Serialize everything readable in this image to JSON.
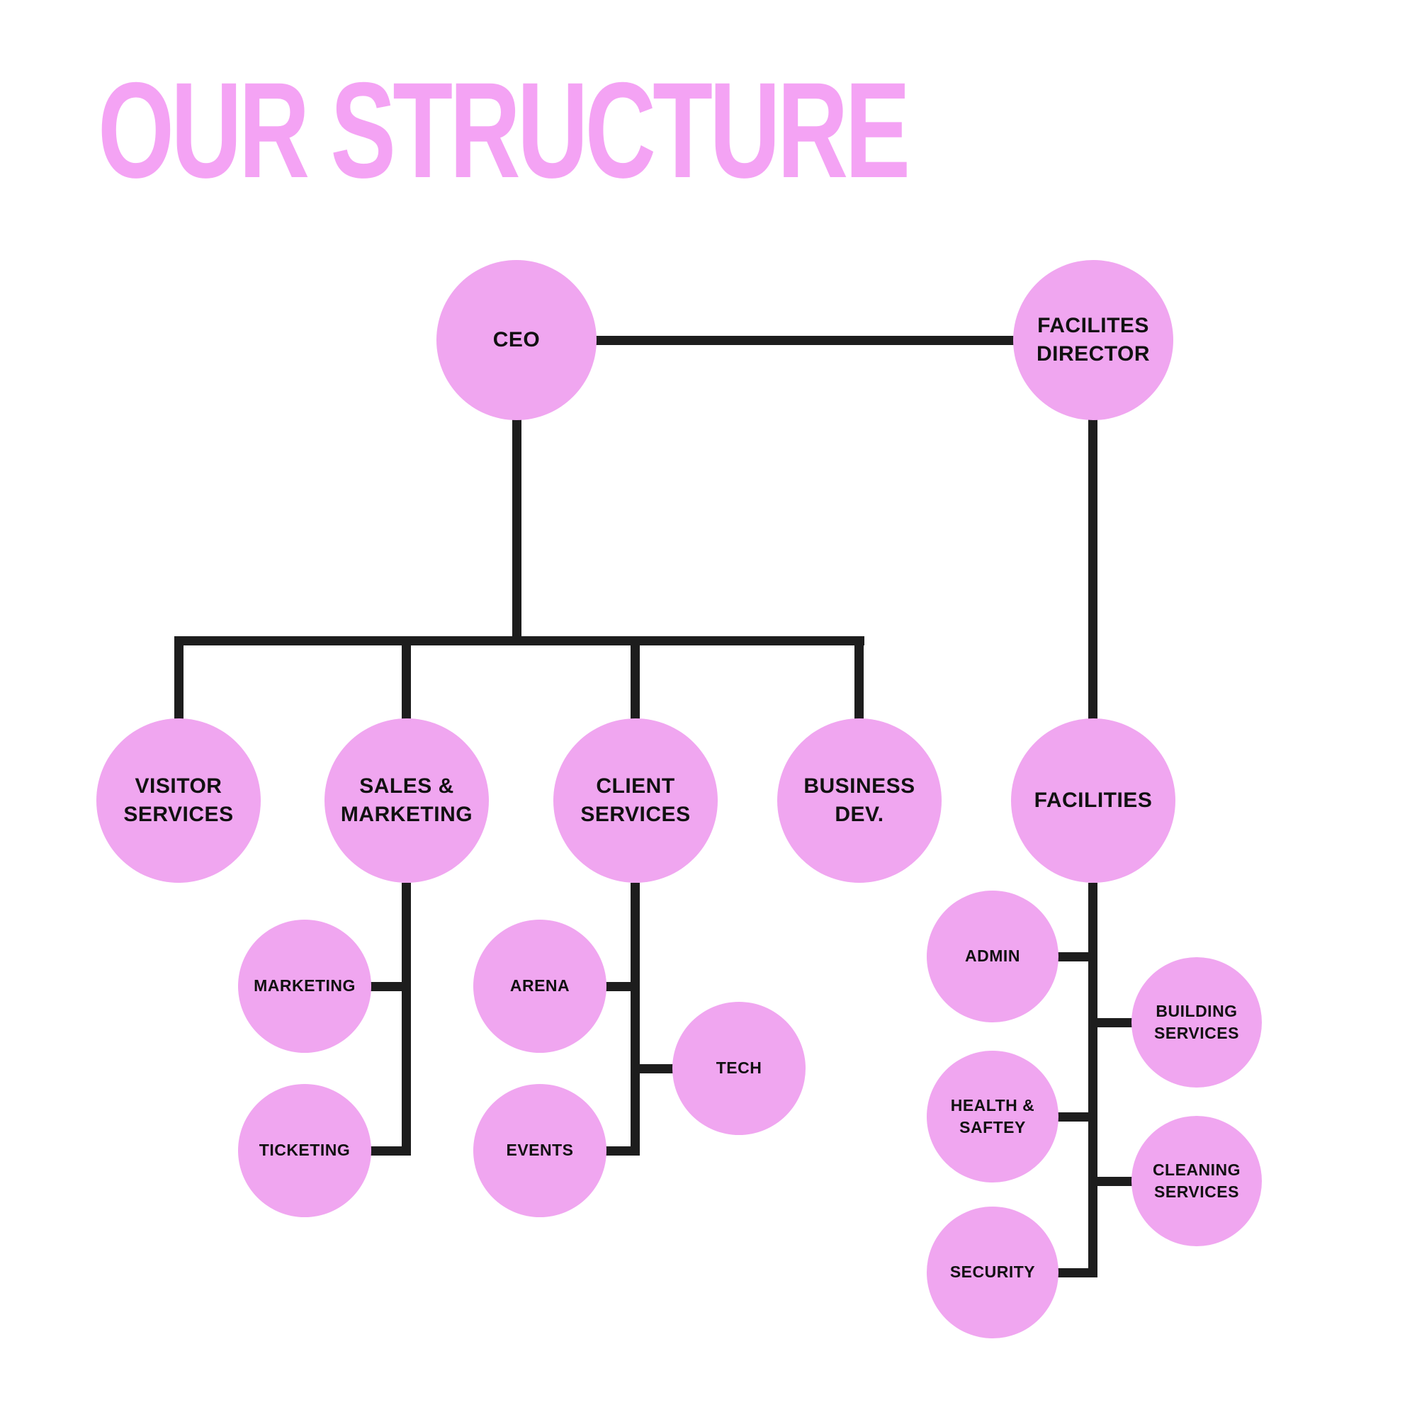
{
  "title": "OUR STRUCTURE",
  "colors": {
    "title": "#f4a3f4",
    "circle": "#f0a6f0",
    "line": "#1d1d1d",
    "text": "#111111"
  },
  "nodes": {
    "ceo": {
      "label": "CEO"
    },
    "facilities_director": {
      "label": "FACILITES\nDIRECTOR"
    },
    "visitor_services": {
      "label": "VISITOR\nSERVICES"
    },
    "sales_marketing": {
      "label": "SALES &\nMARKETING"
    },
    "client_services": {
      "label": "CLIENT\nSERVICES"
    },
    "business_dev": {
      "label": "BUSINESS\nDEV."
    },
    "facilities": {
      "label": "FACILITIES"
    },
    "marketing": {
      "label": "MARKETING"
    },
    "ticketing": {
      "label": "TICKETING"
    },
    "arena": {
      "label": "ARENA"
    },
    "events": {
      "label": "EVENTS"
    },
    "tech": {
      "label": "TECH"
    },
    "admin": {
      "label": "ADMIN"
    },
    "health_safety": {
      "label": "HEALTH &\nSAFTEY"
    },
    "security": {
      "label": "SECURITY"
    },
    "building_services": {
      "label": "BUILDING\nSERVICES"
    },
    "cleaning_services": {
      "label": "CLEANING\nSERVICES"
    }
  }
}
